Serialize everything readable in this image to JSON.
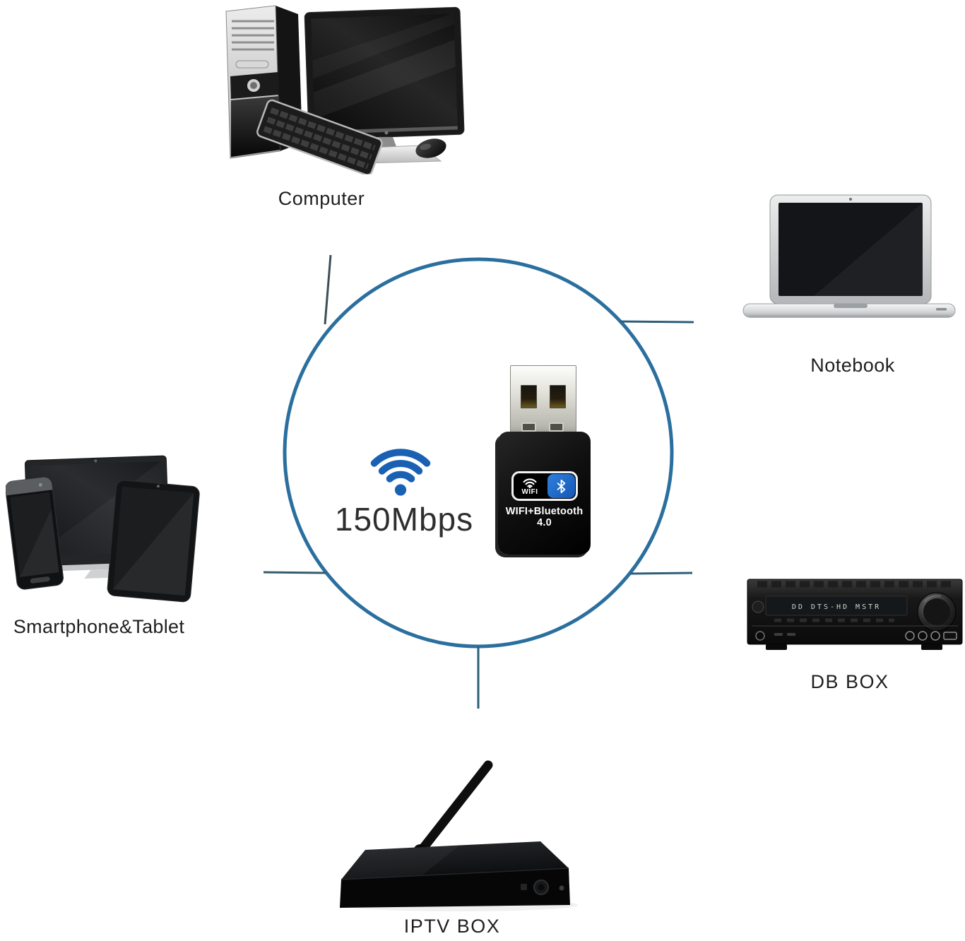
{
  "diagram": {
    "center": {
      "speed": "150Mbps",
      "adapter_badge_wifi": "WIFI",
      "adapter_label": "WIFI+Bluetooth 4.0"
    },
    "nodes": [
      {
        "id": "computer",
        "label": "Computer"
      },
      {
        "id": "notebook",
        "label": "Notebook"
      },
      {
        "id": "smartphone-tablet",
        "label": "Smartphone&Tablet"
      },
      {
        "id": "db-box",
        "label": "DB BOX"
      },
      {
        "id": "iptv-box",
        "label": "IPTV BOX"
      }
    ],
    "db_box_display_text": "DD DTS-HD MSTR",
    "icons": {
      "wifi": "wifi-signal-icon",
      "bluetooth": "bluetooth-icon"
    },
    "colors": {
      "hub_circle": "#2a6f9e",
      "connector_line": "#355c6e",
      "wifi_blue": "#1a61b4",
      "bluetooth_blue": "#1766c8",
      "label_text": "#1f1f1f",
      "adapter_body": "#0a0a0a"
    }
  }
}
